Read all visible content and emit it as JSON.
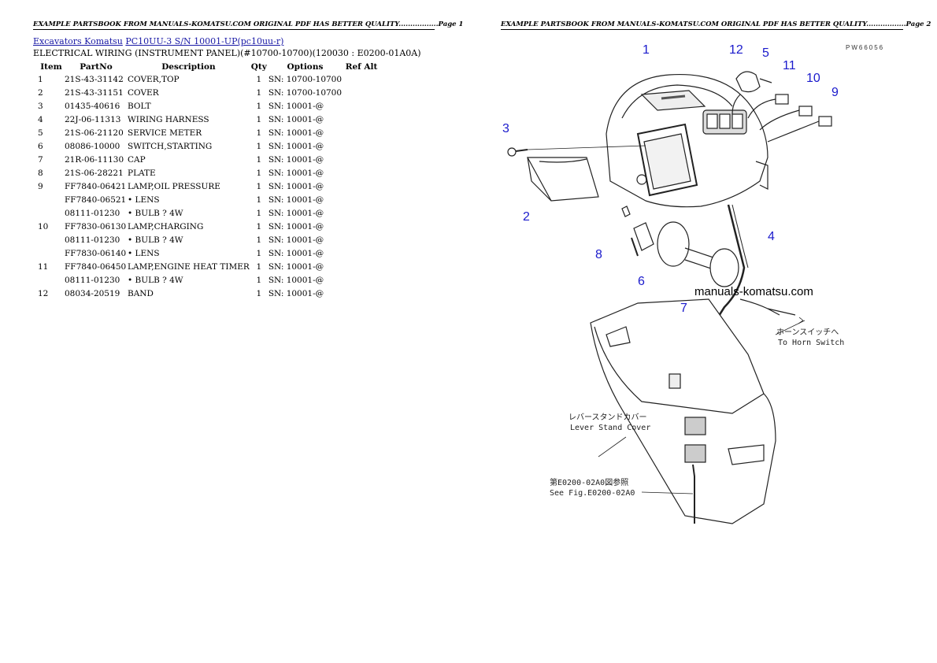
{
  "header": {
    "left": "EXAMPLE PARTSBOOK FROM MANUALS-KOMATSU.COM ORIGINAL PDF HAS BETTER QUALITY.................Page 1",
    "right": "EXAMPLE PARTSBOOK FROM MANUALS-KOMATSU.COM ORIGINAL PDF HAS BETTER QUALITY.................Page 2"
  },
  "breadcrumb": {
    "link1": "Excavators Komatsu",
    "link2": "PC10UU-3 S/N 10001-UP(pc10uu-r)"
  },
  "subtitle": "ELECTRICAL WIRING (INSTRUMENT PANEL)(#10700-10700)(120030 : E0200-01A0A)",
  "table": {
    "headers": [
      "Item",
      "PartNo",
      "Description",
      "Qty",
      "Options",
      "Ref Alt"
    ],
    "rows": [
      {
        "item": "1",
        "part": "21S-43-31142",
        "desc": "COVER,TOP",
        "qty": "1",
        "opt": "SN: 10700-10700",
        "ref": ""
      },
      {
        "item": "2",
        "part": "21S-43-31151",
        "desc": "COVER",
        "qty": "1",
        "opt": "SN: 10700-10700",
        "ref": ""
      },
      {
        "item": "3",
        "part": "01435-40616",
        "desc": "BOLT",
        "qty": "1",
        "opt": "SN: 10001-@",
        "ref": ""
      },
      {
        "item": "4",
        "part": "22J-06-11313",
        "desc": "WIRING HARNESS",
        "qty": "1",
        "opt": "SN: 10001-@",
        "ref": ""
      },
      {
        "item": "5",
        "part": "21S-06-21120",
        "desc": "SERVICE METER",
        "qty": "1",
        "opt": "SN: 10001-@",
        "ref": ""
      },
      {
        "item": "6",
        "part": "08086-10000",
        "desc": "SWITCH,STARTING",
        "qty": "1",
        "opt": "SN: 10001-@",
        "ref": ""
      },
      {
        "item": "7",
        "part": "21R-06-11130",
        "desc": "CAP",
        "qty": "1",
        "opt": "SN: 10001-@",
        "ref": ""
      },
      {
        "item": "8",
        "part": "21S-06-28221",
        "desc": "PLATE",
        "qty": "1",
        "opt": "SN: 10001-@",
        "ref": ""
      },
      {
        "item": "9",
        "part": "FF7840-06421",
        "desc": "LAMP,OIL PRESSURE",
        "qty": "1",
        "opt": "SN: 10001-@",
        "ref": ""
      },
      {
        "item": "",
        "part": "FF7840-06521",
        "desc": "• LENS",
        "qty": "1",
        "opt": "SN: 10001-@",
        "ref": ""
      },
      {
        "item": "",
        "part": "08111-01230",
        "desc": "• BULB ? 4W",
        "qty": "1",
        "opt": "SN: 10001-@",
        "ref": ""
      },
      {
        "item": "10",
        "part": "FF7830-06130",
        "desc": "LAMP,CHARGING",
        "qty": "1",
        "opt": "SN: 10001-@",
        "ref": ""
      },
      {
        "item": "",
        "part": "08111-01230",
        "desc": "• BULB ? 4W",
        "qty": "1",
        "opt": "SN: 10001-@",
        "ref": ""
      },
      {
        "item": "",
        "part": "FF7830-06140",
        "desc": "• LENS",
        "qty": "1",
        "opt": "SN: 10001-@",
        "ref": ""
      },
      {
        "item": "11",
        "part": "FF7840-06450",
        "desc": "LAMP,ENGINE HEAT TIMER",
        "qty": "1",
        "opt": "SN: 10001-@",
        "ref": ""
      },
      {
        "item": "",
        "part": "08111-01230",
        "desc": "• BULB ? 4W",
        "qty": "1",
        "opt": "SN: 10001-@",
        "ref": ""
      },
      {
        "item": "12",
        "part": "08034-20519",
        "desc": "BAND",
        "qty": "1",
        "opt": "SN: 10001-@",
        "ref": ""
      }
    ]
  },
  "diagram": {
    "code": "PW66056",
    "callouts": [
      "1",
      "2",
      "3",
      "4",
      "5",
      "6",
      "7",
      "8",
      "9",
      "10",
      "11",
      "12"
    ],
    "watermark": "manuals-komatsu.com",
    "horn_jp": "ホーンスイッチへ",
    "horn_en": "To Horn Switch",
    "lever_jp": "レバースタンドカバー",
    "lever_en": "Lever Stand Cover",
    "see_jp": "第E0200-02A0図参照",
    "see_en": "See Fig.E0200-02A0",
    "callout_color": "#1a1acc"
  }
}
